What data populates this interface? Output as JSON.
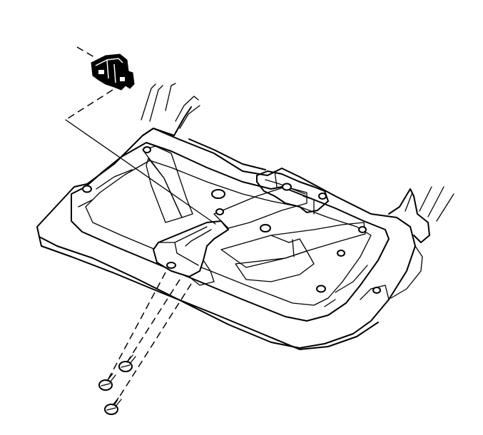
{
  "colors": {
    "background": "#ffffff",
    "ink": "#000000"
  },
  "diagram": {
    "type": "exploded-assembly-line-drawing",
    "components": [
      {
        "id": "switch-connector",
        "icon": "electrical-connector-icon"
      },
      {
        "id": "tailgate-panel-assembly",
        "icon": "panel-outline"
      },
      {
        "id": "handle-bezel",
        "icon": "bezel-outline"
      },
      {
        "id": "fastener-screw-1",
        "icon": "screw-icon"
      },
      {
        "id": "fastener-screw-2",
        "icon": "screw-icon"
      },
      {
        "id": "fastener-screw-3",
        "icon": "screw-icon"
      }
    ]
  }
}
